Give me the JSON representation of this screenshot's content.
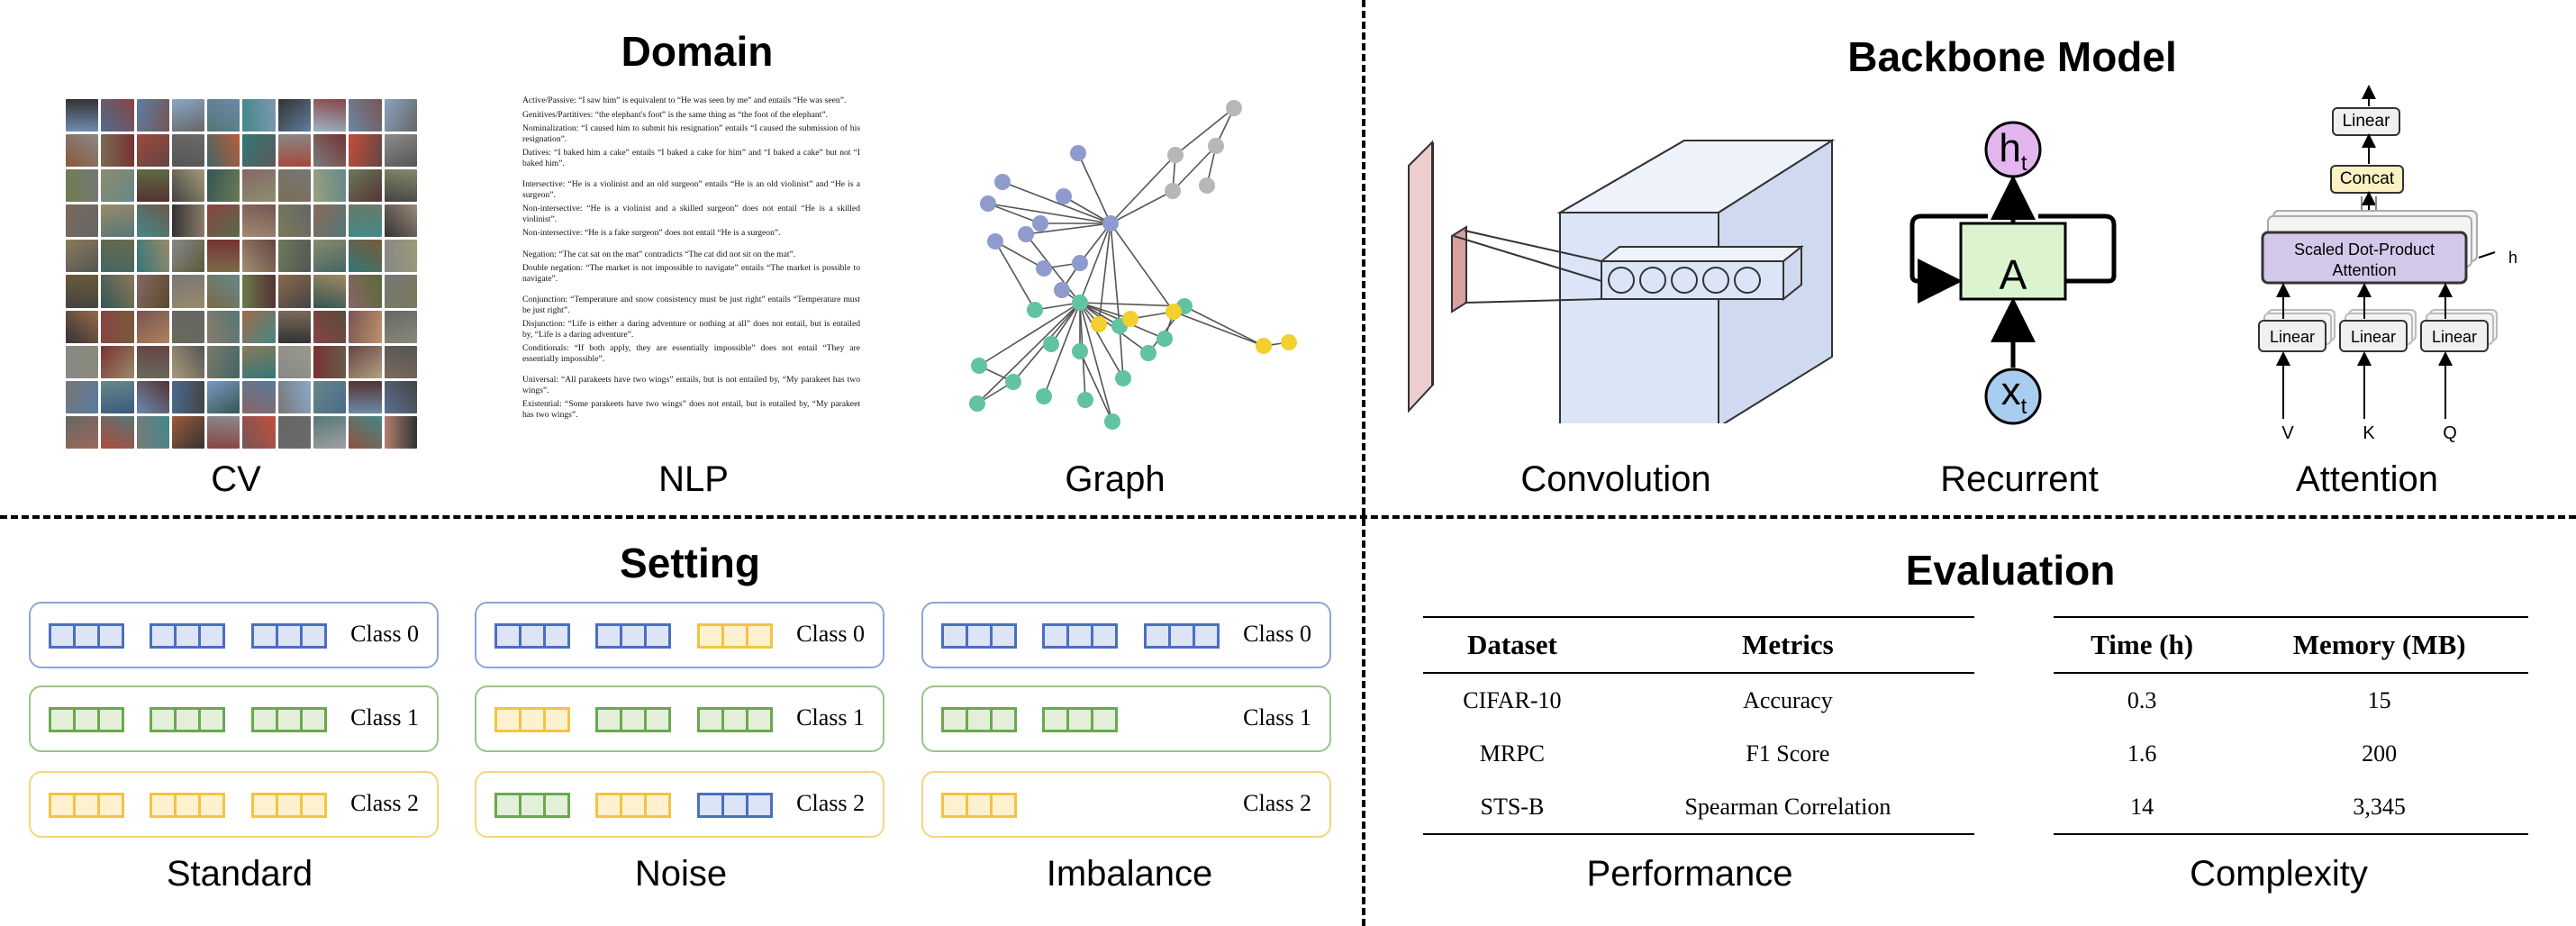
{
  "domain": {
    "title": "Domain",
    "captions": [
      "CV",
      "NLP",
      "Graph"
    ],
    "nlp_paragraphs": [
      "Active/Passive: “I saw him” is equivalent to “He was seen by me” and entails “He was seen”.",
      "Genitives/Partitives: “the elephant's foot” is the same thing as “the foot of the elephant”.",
      "Nominalization: “I caused him to submit his resignation” entails “I caused the submission of his resignation”.",
      "Datives: “I baked him a cake” entails “I baked a cake for him” and “I baked a cake” but not “I baked him”.",
      "Intersective: “He is a violinist and an old surgeon” entails “He is an old violinist” and “He is a surgeon”.",
      "Non-intersective: “He is a violinist and a skilled surgeon” does not entail “He is a skilled violinist”.",
      "Non-intersective: “He is a fake surgeon” does not entail “He is a surgeon”.",
      "Negation: “The cat sat on the mat” contradicts “The cat did not sit on the mat”.",
      "Double negation: “The market is not impossible to navigate” entails “The market is possible to navigate”.",
      "Conjunction: “Temperature and snow consistency must be just right” entails “Temperature must be just right”.",
      "Disjunction: “Life is either a daring adventure or nothing at all” does not entail, but is entailed by, “Life is a daring adventure”.",
      "Conditionals: “If both apply, they are essentially impossible” does not entail “They are essentially impossible”.",
      "Universal: “All parakeets have two wings” entails, but is not entailed by, “My parakeet has two wings”.",
      "Existential: “Some parakeets have two wings” does not entail, but is entailed by, “My parakeet has two wings”."
    ],
    "graph_colors": {
      "blue": "#8e9bcc",
      "green": "#62c3a0",
      "yellow": "#f2d02e",
      "gray": "#b7b7b7"
    }
  },
  "backbone": {
    "title": "Backbone Model",
    "captions": [
      "Convolution",
      "Recurrent",
      "Attention"
    ],
    "rnn": {
      "h": "h",
      "h_sub": "t",
      "A": "A",
      "x": "x",
      "x_sub": "t"
    },
    "attention": {
      "linear_top": "Linear",
      "concat": "Concat",
      "sdpa_line1": "Scaled Dot-Product",
      "sdpa_line2": "Attention",
      "h_label": "h",
      "linear": "Linear",
      "inputs": [
        "V",
        "K",
        "Q"
      ]
    }
  },
  "setting": {
    "title": "Setting",
    "captions": [
      "Standard",
      "Noise",
      "Imbalance"
    ],
    "class_labels": [
      "Class 0",
      "Class 1",
      "Class 2"
    ],
    "colors": {
      "blue": "#4a6fc1",
      "green": "#6aa84f",
      "yellow": "#f3c342",
      "blue_fill": "#dce4f5",
      "green_fill": "#e3efd9",
      "yellow_fill": "#fdf1cf"
    },
    "panels": [
      {
        "rows": [
          [
            "blue",
            "blue",
            "blue"
          ],
          [
            "green",
            "green",
            "green"
          ],
          [
            "yellow",
            "yellow",
            "yellow"
          ]
        ]
      },
      {
        "rows": [
          [
            "blue",
            "blue",
            "yellow"
          ],
          [
            "yellow",
            "green",
            "green"
          ],
          [
            "green",
            "yellow",
            "blue"
          ]
        ]
      },
      {
        "rows": [
          [
            "blue",
            "blue",
            "blue"
          ],
          [
            "green",
            "green"
          ],
          [
            "yellow"
          ]
        ]
      }
    ],
    "border_colors": [
      "blue",
      "green",
      "yellow"
    ]
  },
  "evaluation": {
    "title": "Evaluation",
    "captions": [
      "Performance",
      "Complexity"
    ],
    "performance": {
      "headers": [
        "Dataset",
        "Metrics"
      ],
      "rows": [
        [
          "CIFAR-10",
          "Accuracy"
        ],
        [
          "MRPC",
          "F1 Score"
        ],
        [
          "STS-B",
          "Spearman Correlation"
        ]
      ]
    },
    "complexity": {
      "headers": [
        "Time (h)",
        "Memory (MB)"
      ],
      "rows": [
        [
          "0.3",
          "15"
        ],
        [
          "1.6",
          "200"
        ],
        [
          "14",
          "3,345"
        ]
      ]
    }
  }
}
